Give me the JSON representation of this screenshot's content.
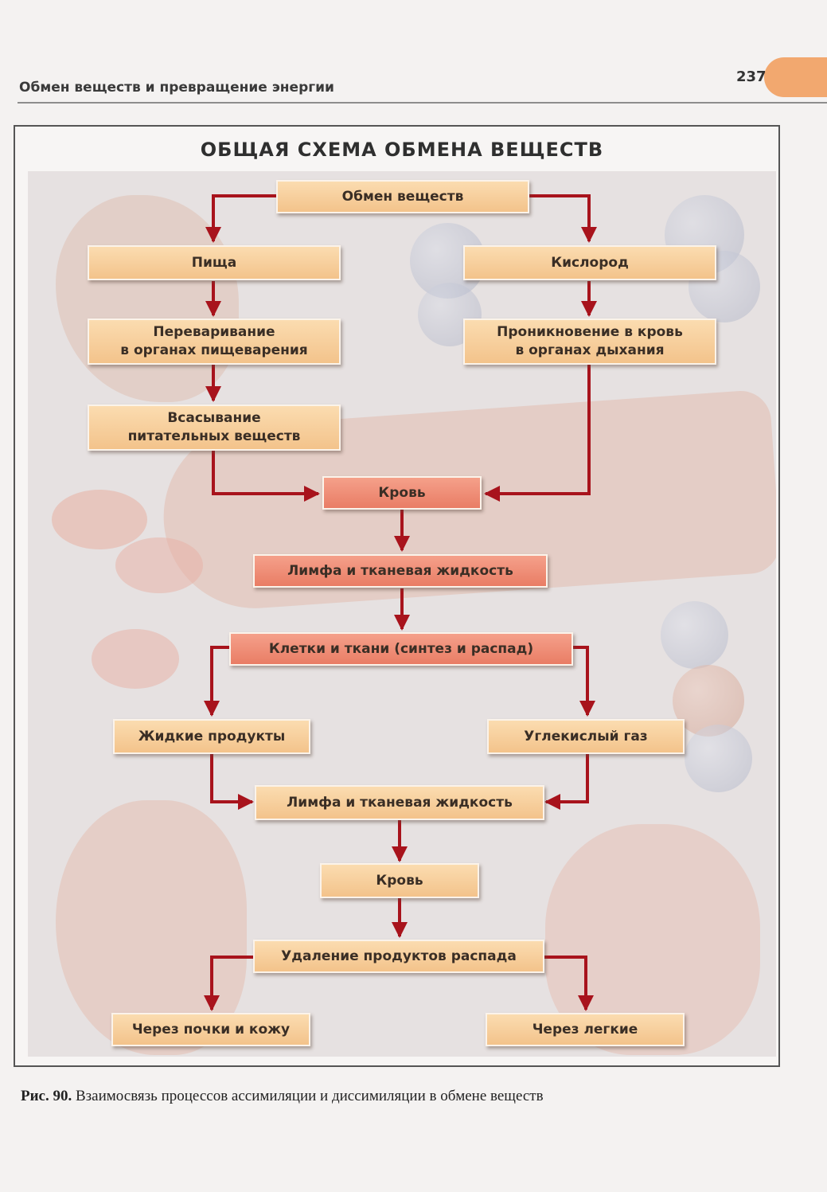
{
  "page": {
    "header_title": "Обмен веществ и превращение энергии",
    "page_number": "237"
  },
  "diagram": {
    "title": "ОБЩАЯ СХЕМА ОБМЕНА ВЕЩЕСТВ",
    "nodes": {
      "metabolism": "Обмен веществ",
      "food": "Пища",
      "oxygen": "Кислород",
      "digestion": "Переваривание\nв органах пищеварения",
      "penetration": "Проникновение в кровь\nв органах дыхания",
      "absorption": "Всасывание\nпитательных веществ",
      "blood1": "Кровь",
      "lymph1": "Лимфа и тканевая жидкость",
      "cells": "Клетки и ткани (синтез и распад)",
      "liquid_products": "Жидкие продукты",
      "co2": "Углекислый газ",
      "lymph2": "Лимфа и тканевая жидкость",
      "blood2": "Кровь",
      "removal": "Удаление продуктов распада",
      "kidneys": "Через почки и кожу",
      "lungs": "Через легкие"
    },
    "colors": {
      "light_box": "#f5c894",
      "dark_box": "#ec8670",
      "arrow": "#a8131c"
    }
  },
  "caption": {
    "label": "Рис. 90.",
    "text": "Взаимосвязь процессов ассимиляции и диссимиляции в обмене веществ"
  }
}
